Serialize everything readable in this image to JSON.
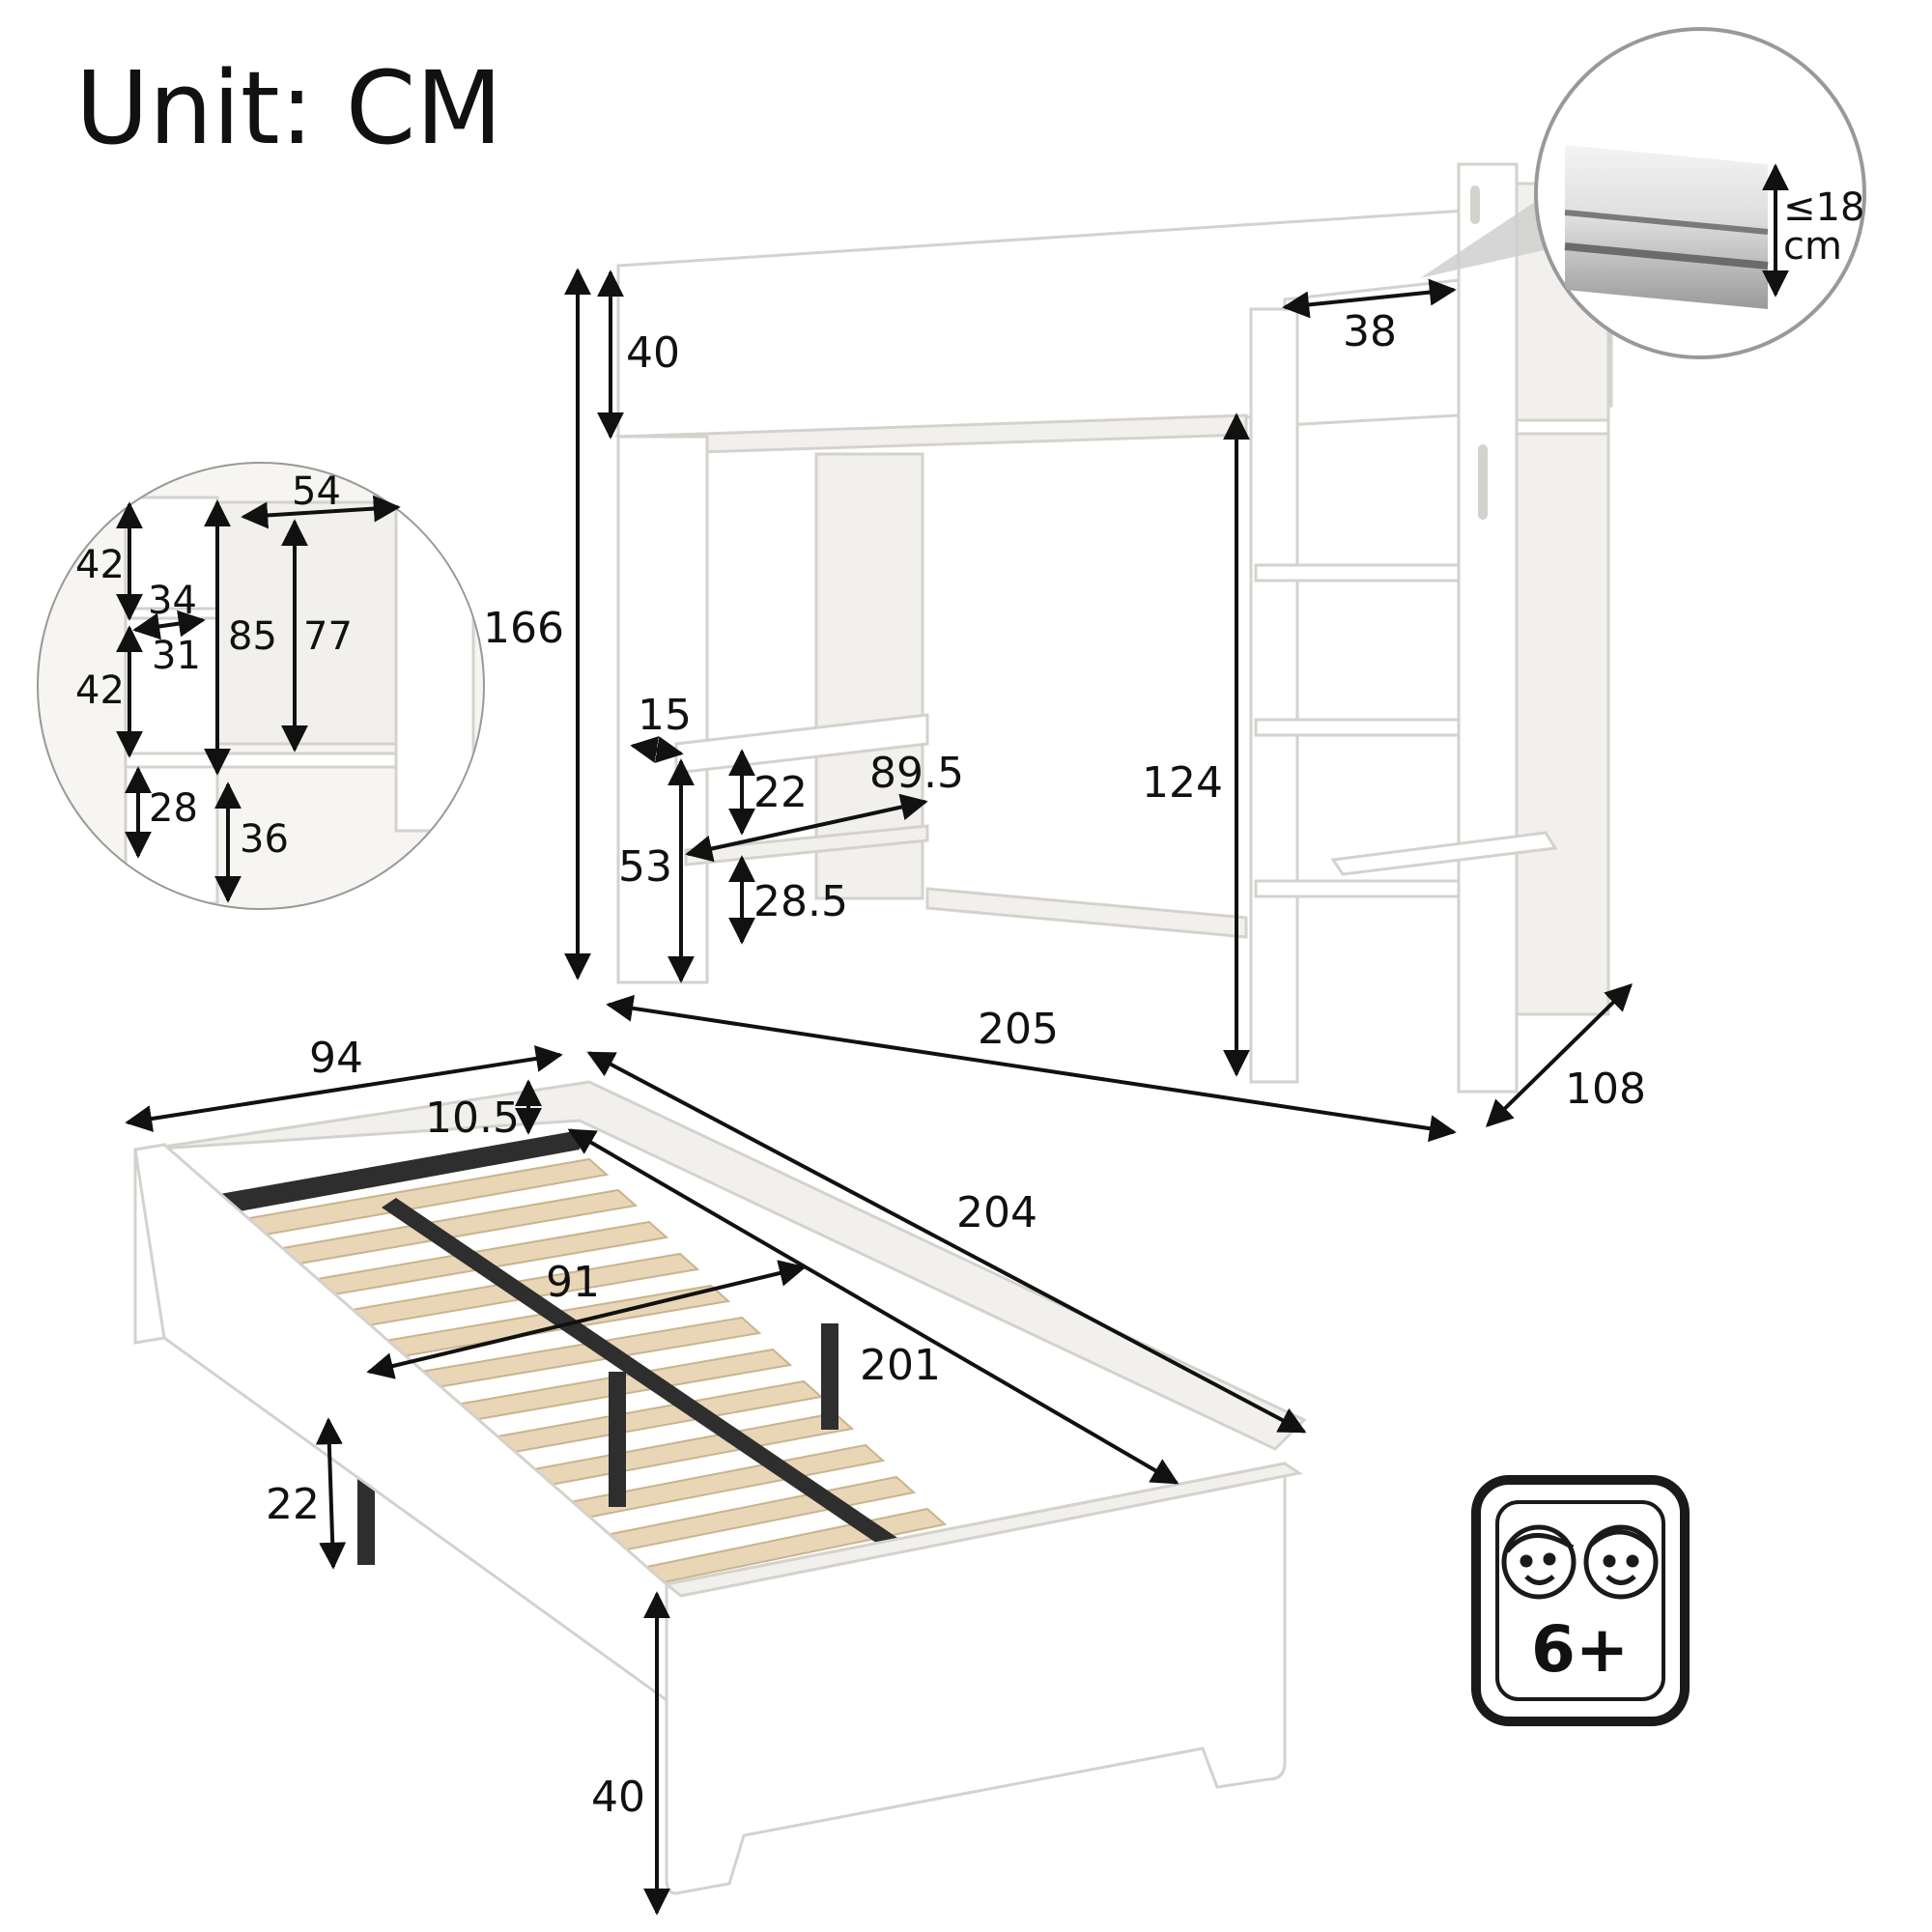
{
  "title": "Unit: CM",
  "loft_bed": {
    "guard_height": "40",
    "total_height": "166",
    "ladder_step_width": "38",
    "clearance_height": "124",
    "length": "205",
    "depth": "108",
    "desk_side_width": "15",
    "desk_height": "53",
    "shelf_gap_upper": "22",
    "shelf_gap_lower": "28.5",
    "desk_length": "89.5"
  },
  "mattress_inset": {
    "thickness_line1": "≤18",
    "thickness_line2": "cm"
  },
  "storage_inset": {
    "top_width": "54",
    "upper_compartment": "42",
    "middle_compartment": "42",
    "compartment_width_outer": "34",
    "compartment_width_inner": "31",
    "column_height": "85",
    "wardrobe_height": "77",
    "lower_left": "28",
    "lower_right": "36"
  },
  "trundle_bed": {
    "width": "94",
    "rail_height": "10.5",
    "outer_length": "204",
    "inner_width": "91",
    "inner_length": "201",
    "leg_height": "22",
    "total_height": "40"
  },
  "age_badge": {
    "label": "6+"
  },
  "colors": {
    "wood": "#e9d6b6",
    "metal": "#2e2e2e",
    "panel": "#ffffff",
    "outline": "#d4d2cd"
  }
}
